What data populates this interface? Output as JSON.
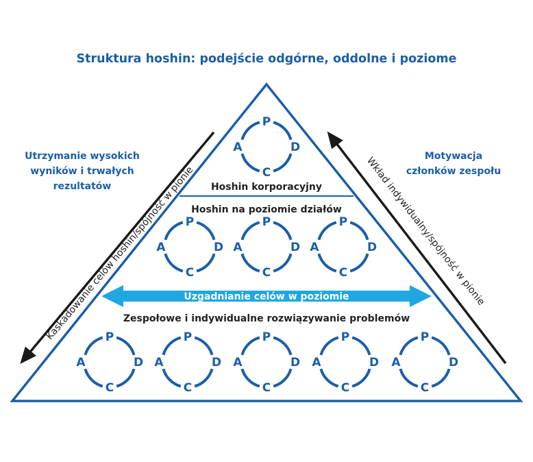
{
  "title": "Struktura hoshin: podejście odgórne, oddolne i poziome",
  "left_note": [
    "Utrzymanie wysokich",
    "wyników i trwałych",
    "rezultatów"
  ],
  "right_note": [
    "Motywacja",
    "członków zespołu"
  ],
  "left_arrow_label": "Kaskadowanie celów hoshin/spójność w pionie",
  "right_arrow_label": "Wkład indywidualny/spójność w pionie",
  "level1_label": "Hoshin korporacyjny",
  "level2_label": "Hoshin na poziomie działów",
  "horizontal_arrow_label": "Uzgadnianie celów w poziomie",
  "level3_label": "Zespołowe i indywidualne rozwiązywanie problemów",
  "pdca": {
    "p": "P",
    "d": "D",
    "c": "C",
    "a": "A"
  },
  "pdca_counts": [
    1,
    3,
    5
  ],
  "colors": {
    "blue": "#1b5ea8",
    "cyan": "#1ea7e1",
    "black": "#1a1a1a"
  }
}
